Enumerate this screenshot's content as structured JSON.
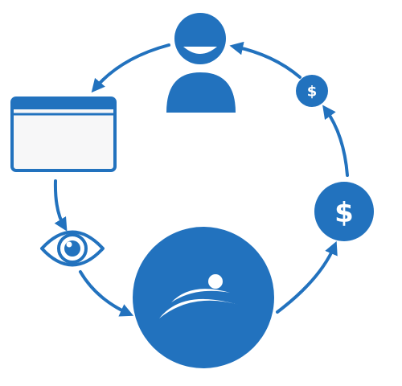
{
  "colors": {
    "primary": "#2272BE",
    "panel_fill": "#F7F7F8",
    "background": "#FFFFFF",
    "icon_detail": "#FFFFFF"
  },
  "nodes": [
    {
      "name": "user",
      "icon": "user-icon"
    },
    {
      "name": "coin-small",
      "icon": "dollar-coin-icon",
      "symbol": "$"
    },
    {
      "name": "coin-large",
      "icon": "dollar-coin-icon",
      "symbol": "$"
    },
    {
      "name": "logo",
      "icon": "swimmer-logo-icon"
    },
    {
      "name": "eye",
      "icon": "eye-icon"
    },
    {
      "name": "browser-window",
      "icon": "browser-window-icon"
    }
  ],
  "flow": [
    {
      "from": "user",
      "to": "browser-window"
    },
    {
      "from": "browser-window",
      "to": "eye"
    },
    {
      "from": "eye",
      "to": "logo"
    },
    {
      "from": "logo",
      "to": "coin-large"
    },
    {
      "from": "coin-large",
      "to": "coin-small"
    },
    {
      "from": "coin-small",
      "to": "user"
    }
  ]
}
